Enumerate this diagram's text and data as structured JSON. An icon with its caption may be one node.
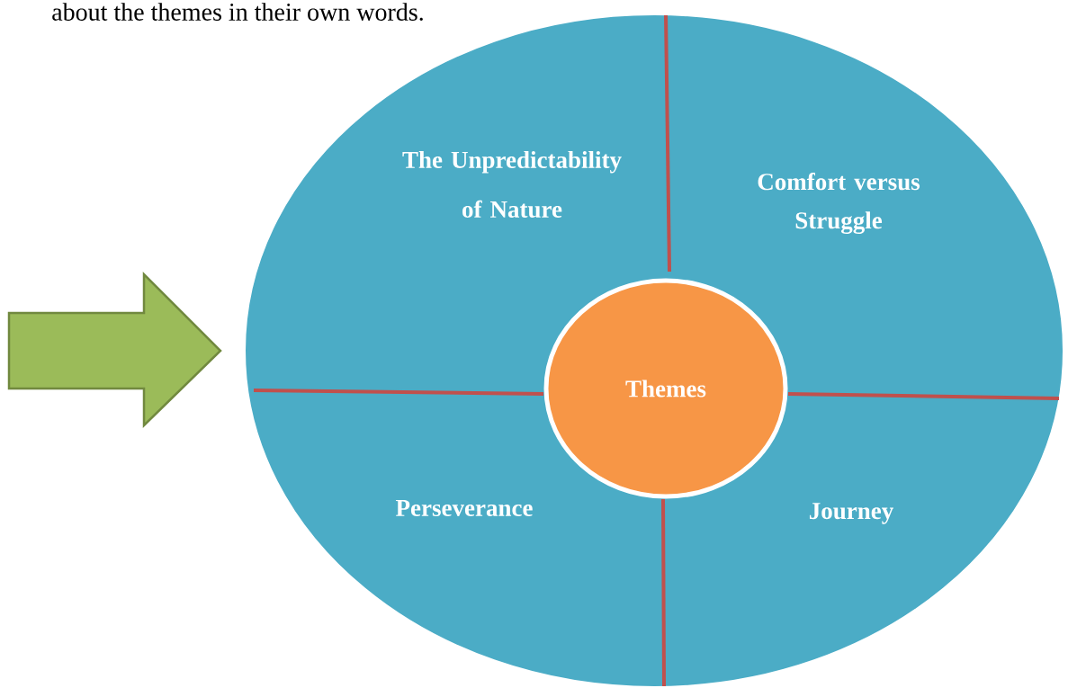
{
  "diagram": {
    "nodes": [
      {
        "text": [],
        "shape": "arrow"
      },
      {
        "text": [
          "The Unpredictability of Nature",
          "Comfort versus Struggle",
          "Perseverance",
          "Journey"
        ]
      },
      {
        "text": [
          "Themes"
        ],
        "in": 1
      }
    ],
    "labels": [
      "about the themes in their own words."
    ]
  }
}
